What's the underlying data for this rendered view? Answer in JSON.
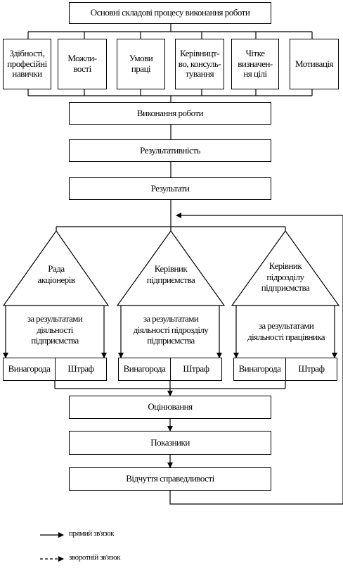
{
  "header": {
    "title": "Основні складові процесу виконання роботи"
  },
  "components": [
    {
      "lines": [
        "Здібності,",
        "професійні",
        "навички"
      ]
    },
    {
      "lines": [
        "Можли-",
        "вості"
      ]
    },
    {
      "lines": [
        "Умови",
        "праці"
      ]
    },
    {
      "lines": [
        "Керівницт-",
        "во, консуль-",
        "тування"
      ]
    },
    {
      "lines": [
        "Чітке",
        "визначен-",
        "ня цілі"
      ]
    },
    {
      "lines": [
        "Мотивація"
      ]
    }
  ],
  "flow": {
    "performance": "Виконання роботи",
    "effectiveness": "Результативність",
    "results": "Результати"
  },
  "evaluators": [
    {
      "lines": [
        "Рада",
        "акціонерів"
      ],
      "criterion": [
        "за результатами",
        "діяльності",
        "підприємства"
      ],
      "reward": "Винагорода",
      "penalty": "Штраф"
    },
    {
      "lines": [
        "Керівник",
        "підприємства"
      ],
      "criterion": [
        "за результатами",
        "діяльності підрозділу",
        "підприємства"
      ],
      "reward": "Винагорода",
      "penalty": "Штраф"
    },
    {
      "lines": [
        "Керівник",
        "підрозділу",
        "підприємства"
      ],
      "criterion": [
        "за результатами",
        "діяльності працівника"
      ],
      "reward": "Винагорода",
      "penalty": "Штраф"
    }
  ],
  "bottom": {
    "assessment": "Оцінювання",
    "indicators": "Показники",
    "fairness": "Відчуття справедливості"
  },
  "legend": {
    "direct": "прямий зв'язок",
    "feedback": "зворотній зв'язок"
  }
}
